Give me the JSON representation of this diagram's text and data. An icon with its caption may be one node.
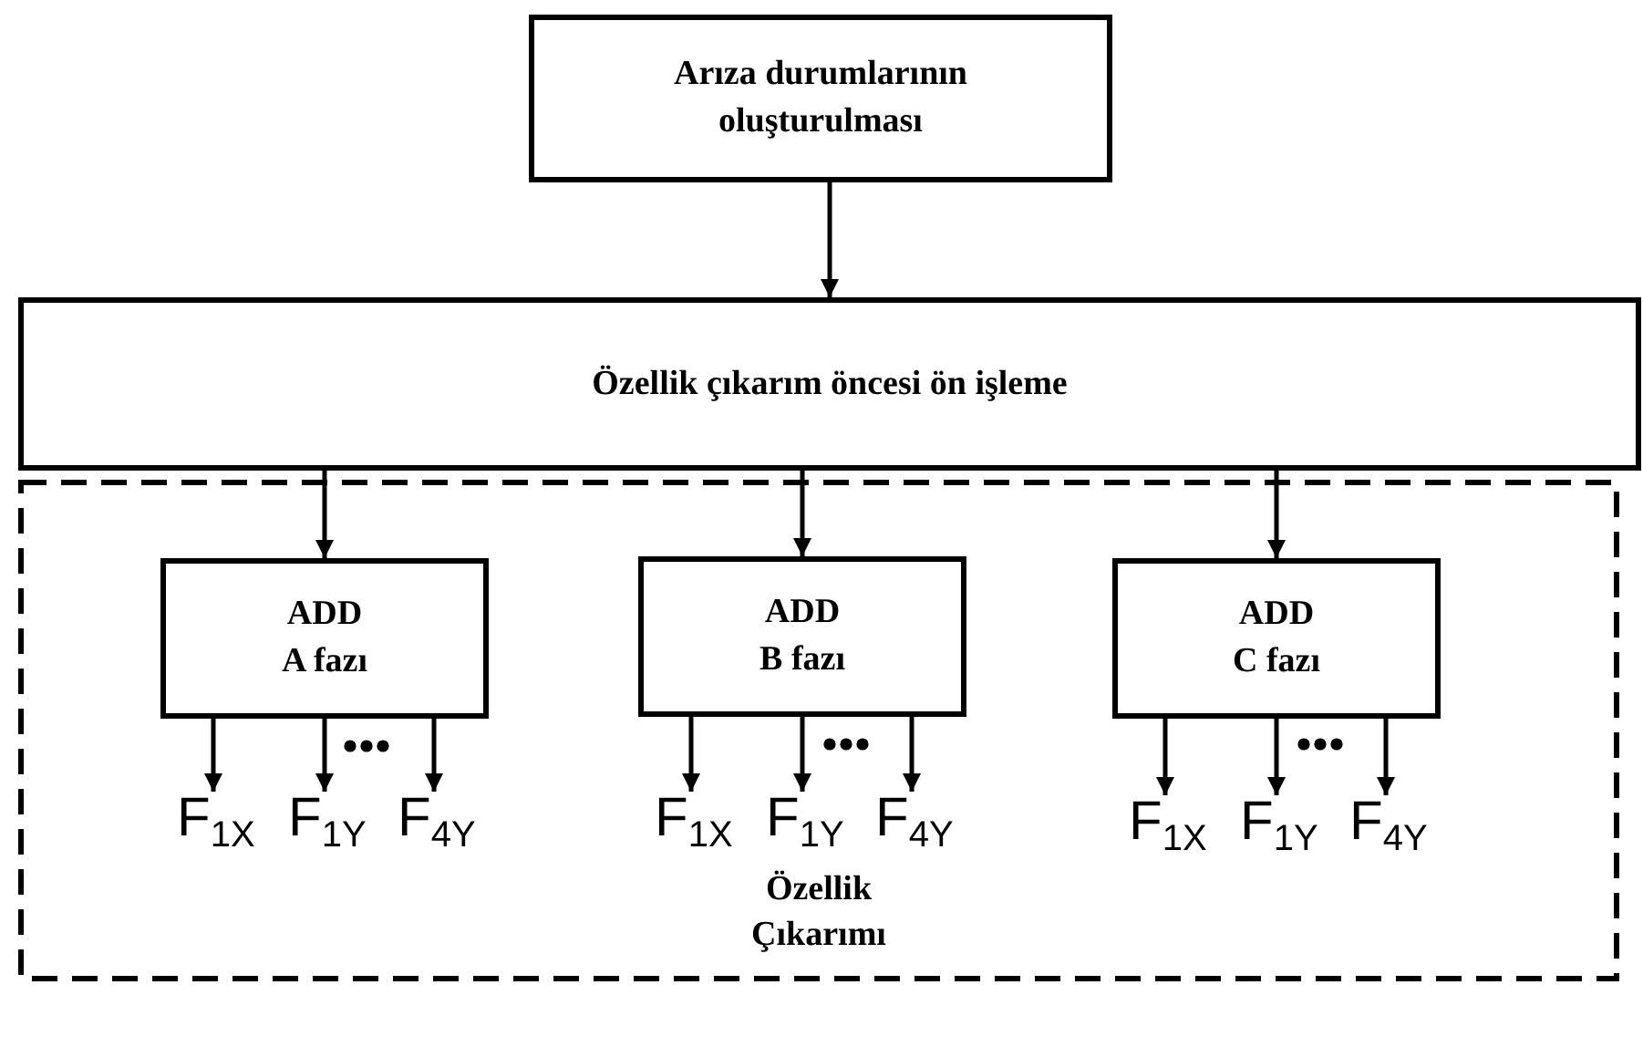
{
  "diagram": {
    "nodes": [
      {
        "text": [
          "Arıza durumlarının oluşturulması"
        ]
      },
      {
        "text": [
          "Özellik çıkarım öncesi ön işleme"
        ]
      },
      {
        "text": [
          "Özellik Çıkarımı"
        ]
      },
      {
        "text": [
          "ADD",
          "A fazı"
        ],
        "in": 2
      },
      {
        "text": [
          "ADD",
          "B fazı"
        ],
        "in": 2
      },
      {
        "text": [
          "ADD",
          "C fazı"
        ],
        "in": 2
      },
      {
        "text": [
          "F$_{1X}$"
        ],
        "in": 2
      },
      {
        "text": [
          "F$_{1Y}$"
        ],
        "in": 2
      },
      {
        "text": [
          "F$_{4Y}$"
        ],
        "in": 2
      },
      {
        "text": [
          "F$_{1X}$"
        ],
        "in": 2
      },
      {
        "text": [
          "F$_{1Y}$"
        ],
        "in": 2
      },
      {
        "text": [
          "F$_{4Y}$"
        ],
        "in": 2
      },
      {
        "text": [
          "F$_{1X}$"
        ],
        "in": 2
      },
      {
        "text": [
          "F$_{1Y}$"
        ],
        "in": 2
      },
      {
        "text": [
          "F$_{4Y}$"
        ],
        "in": 2
      }
    ],
    "edges": [
      {
        "from": 0,
        "to": 1,
        "arrow": "to"
      },
      {
        "from": 1,
        "to": 3,
        "arrow": "to"
      },
      {
        "from": 1,
        "to": 4,
        "arrow": "to"
      },
      {
        "from": 1,
        "to": 5,
        "arrow": "to"
      },
      {
        "from": 3,
        "to": 6,
        "arrow": "to"
      },
      {
        "from": 3,
        "to": 7,
        "arrow": "to"
      },
      {
        "from": 3,
        "to": 8,
        "arrow": "to"
      },
      {
        "from": 4,
        "to": 9,
        "arrow": "to"
      },
      {
        "from": 4,
        "to": 10,
        "arrow": "to"
      },
      {
        "from": 4,
        "to": 11,
        "arrow": "to"
      },
      {
        "from": 5,
        "to": 12,
        "arrow": "to"
      },
      {
        "from": 5,
        "to": 13,
        "arrow": "to"
      },
      {
        "from": 5,
        "to": 14,
        "arrow": "to"
      }
    ]
  }
}
